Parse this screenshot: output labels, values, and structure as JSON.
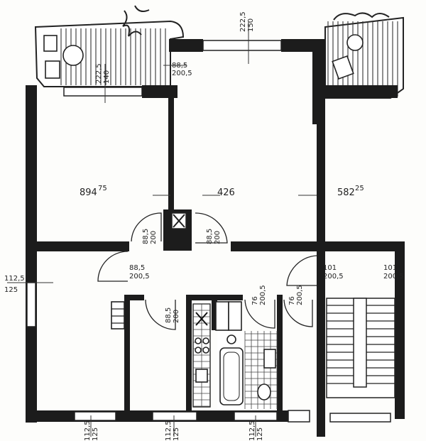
{
  "rooms": {
    "left": {
      "area": "894",
      "area_sup": "75"
    },
    "middle": {
      "area": "426",
      "area_sup": ""
    },
    "right": {
      "area": "582",
      "area_sup": "25"
    }
  },
  "dimensions": {
    "balcony_left_top": "222,5",
    "balcony_left_bottom": "140",
    "middle_window_top": "222,5",
    "middle_window_bottom": "150",
    "door_top": "88,5",
    "door_bottom": "200,5",
    "door_c1_top": "88,5",
    "door_c1_bottom": "200",
    "door_c2_top": "88,5",
    "door_c2_bottom": "200",
    "hall_door_top": "88,5",
    "hall_door_bottom": "200,5",
    "kitchen_door_top": "88,5",
    "kitchen_door_bottom": "200",
    "bath_door_top": "76",
    "bath_door_bottom": "200,5",
    "wc_door_top": "76",
    "wc_door_bottom": "200,5",
    "entry_door_top": "101",
    "entry_door_bottom": "200,5",
    "stair_door_top": "101",
    "stair_door_bottom": "200,5",
    "left_window_top": "112,5",
    "left_window_bottom": "125",
    "bottom_w1_top": "112,5",
    "bottom_w1_bottom": "125",
    "bottom_w2_top": "112,5",
    "bottom_w2_bottom": "125",
    "bottom_w3_top": "112,5",
    "bottom_w3_bottom": "125"
  }
}
